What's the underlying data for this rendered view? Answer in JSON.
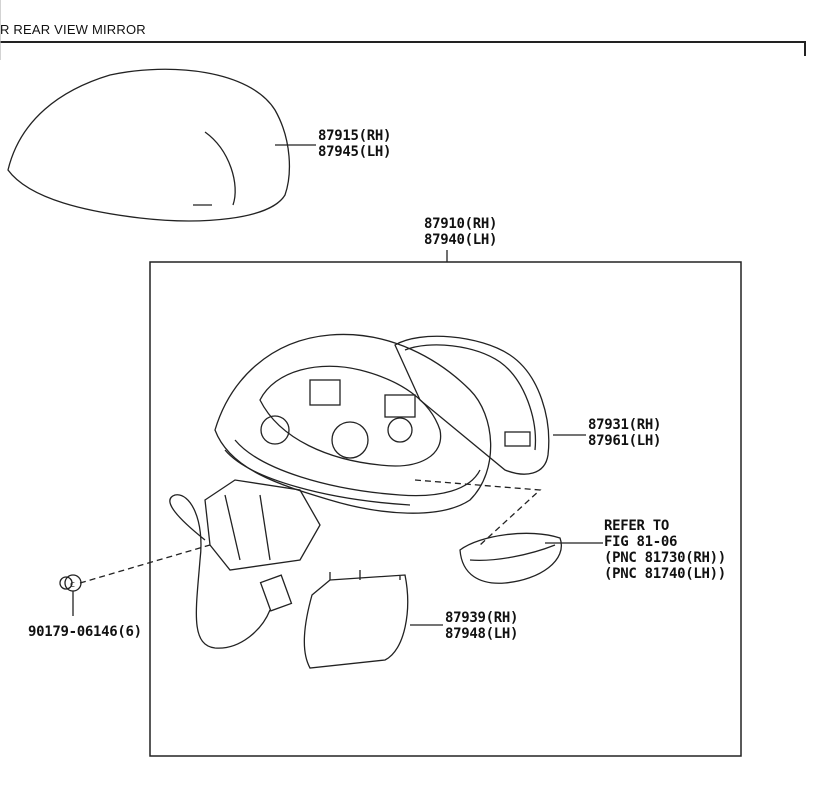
{
  "title": "R REAR VIEW MIRROR",
  "parts": {
    "cover": {
      "rh": "87915(RH)",
      "lh": "87945(LH)"
    },
    "assembly": {
      "rh": "87910(RH)",
      "lh": "87940(LH)"
    },
    "mirror": {
      "rh": "87931(RH)",
      "lh": "87961(LH)"
    },
    "lower_cover": {
      "rh": "87939(RH)",
      "lh": "87948(LH)"
    },
    "clip": {
      "number": "90179-06146(6)"
    },
    "turn_lamp": {
      "line1": "REFER TO",
      "line2": "FIG 81-06",
      "line3": "(PNC 81730(RH))",
      "line4": "(PNC 81740(LH))"
    }
  }
}
